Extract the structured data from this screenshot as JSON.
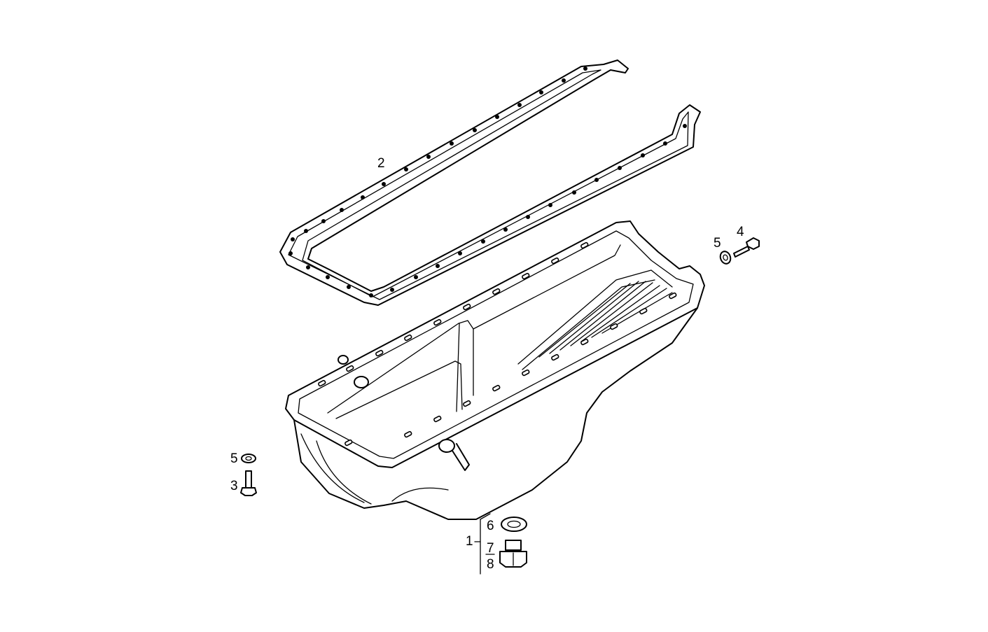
{
  "callouts": {
    "item_1": "1",
    "item_2": "2",
    "item_3": "3",
    "item_4": "4",
    "item_5_right": "5",
    "item_5_left": "5",
    "item_6": "6",
    "item_7": "7",
    "item_8": "8"
  },
  "parts": [
    {
      "callout": "1",
      "icon": "oil-sump-pan-icon"
    },
    {
      "callout": "2",
      "icon": "sump-gasket-icon"
    },
    {
      "callout": "3",
      "icon": "hex-bolt-icon"
    },
    {
      "callout": "4",
      "icon": "hex-bolt-icon"
    },
    {
      "callout": "5",
      "icon": "washer-icon"
    },
    {
      "callout": "6",
      "icon": "sealing-ring-icon"
    },
    {
      "callout": "7",
      "icon": "drain-plug-icon"
    },
    {
      "callout": "8",
      "icon": "drain-plug-icon"
    }
  ]
}
